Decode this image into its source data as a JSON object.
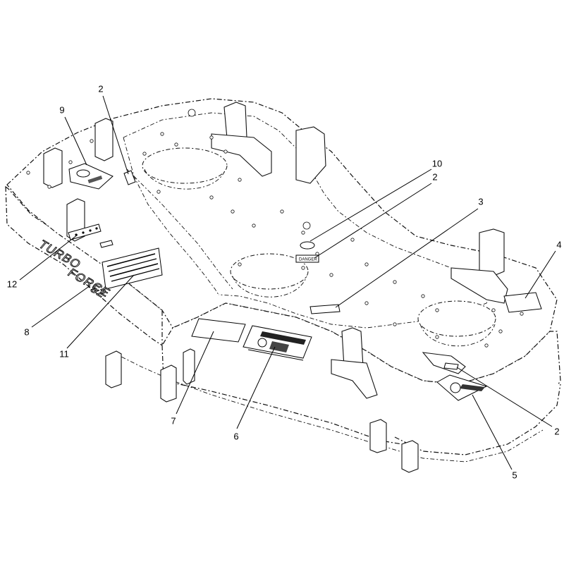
{
  "callouts": [
    {
      "id": "2a",
      "label": "2"
    },
    {
      "id": "9",
      "label": "9"
    },
    {
      "id": "10",
      "label": "10"
    },
    {
      "id": "2b",
      "label": "2"
    },
    {
      "id": "3",
      "label": "3"
    },
    {
      "id": "4",
      "label": "4"
    },
    {
      "id": "12",
      "label": "12"
    },
    {
      "id": "8",
      "label": "8"
    },
    {
      "id": "11",
      "label": "11"
    },
    {
      "id": "7",
      "label": "7"
    },
    {
      "id": "6",
      "label": "6"
    },
    {
      "id": "2c",
      "label": "2"
    },
    {
      "id": "5",
      "label": "5"
    }
  ],
  "decal_text": {
    "turbo": "TURBO",
    "force": "FORCE",
    "size": "52",
    "danger": "DANGER"
  }
}
